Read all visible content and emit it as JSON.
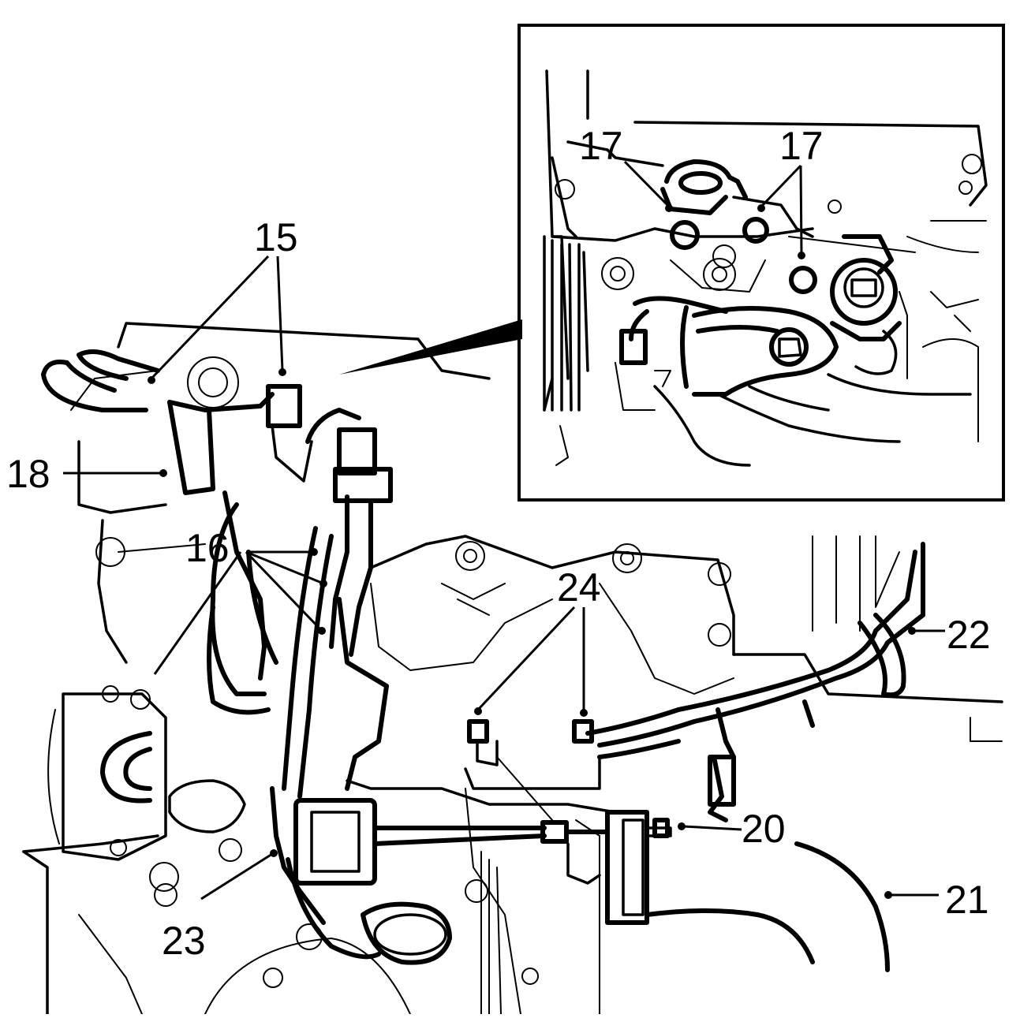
{
  "diagram": {
    "callouts": [
      {
        "id": "c15",
        "label": "15"
      },
      {
        "id": "c16",
        "label": "16"
      },
      {
        "id": "c17a",
        "label": "17"
      },
      {
        "id": "c17b",
        "label": "17"
      },
      {
        "id": "c18",
        "label": "18"
      },
      {
        "id": "c20",
        "label": "20"
      },
      {
        "id": "c21",
        "label": "21"
      },
      {
        "id": "c22",
        "label": "22"
      },
      {
        "id": "c23",
        "label": "23"
      },
      {
        "id": "c24",
        "label": "24"
      }
    ]
  }
}
